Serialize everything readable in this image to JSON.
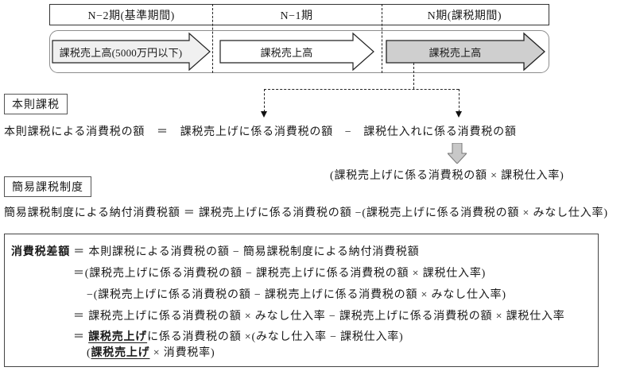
{
  "timeline": {
    "periods": [
      {
        "label": "N−2期(基準期間)"
      },
      {
        "label": "N−1期"
      },
      {
        "label": "N期(課税期間)"
      }
    ],
    "arrows": [
      {
        "label": "課税売上高(5000万円以下)",
        "fill": "#f0f0f0"
      },
      {
        "label": "課税売上高",
        "fill": "#ffffff"
      },
      {
        "label": "課税売上高",
        "fill": "#cfcfcf"
      }
    ]
  },
  "honsoku": {
    "label": "本則課税",
    "formula": "本則課税による消費税の額　＝　課税売上げに係る消費税の額　−　課税仕入れに係る消費税の額",
    "note": "(課税売上げに係る消費税の額 × 課税仕入率)"
  },
  "kani": {
    "label": "簡易課税制度",
    "formula": "簡易課税制度による納付消費税額 ＝ 課税売上げに係る消費税の額 −(課税売上げに係る消費税の額 × みなし仕入率)"
  },
  "diff_box": {
    "term": "消費税差額",
    "line1_rest": " ＝ 本則課税による消費税の額 − 簡易課税制度による納付消費税額",
    "line2": "＝(課税売上げに係る消費税の額 − 課税売上げに係る消費税の額 × 課税仕入率)",
    "line3": "−(課税売上げに係る消費税の額 − 課税売上げに係る消費税の額 × みなし仕入率)",
    "line4": "＝ 課税売上げに係る消費税の額 × みなし仕入率 − 課税売上げに係る消費税の額 × 課税仕入率",
    "line5": {
      "eq": "＝ ",
      "bold": "課税売上げ",
      "rest": "に係る消費税の額 ×(みなし仕入率 − 課税仕入率)"
    },
    "line6": {
      "open": "(",
      "bold": "課税売上げ",
      "rest": " × 消費税率)"
    }
  },
  "colors": {
    "arrow_dark_fill": "#cfcfcf",
    "arrow_light_fill": "#f0f0f0",
    "down_block_arrow_fill": "#c8c8c8",
    "line_color": "#222222"
  }
}
